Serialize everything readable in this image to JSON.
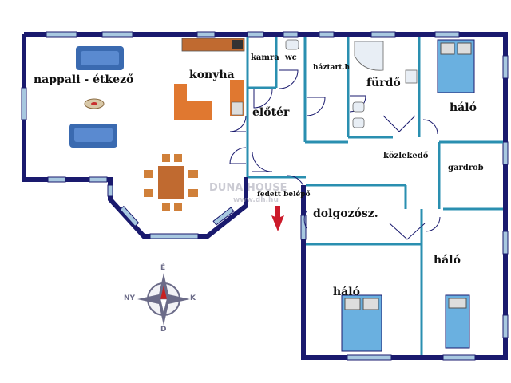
{
  "rooms": {
    "living": "nappali - étkező",
    "kitchen": "konyha",
    "pantry": "kamra",
    "wc": "wc",
    "storage": "háztart.h",
    "bathroom": "fürdő",
    "bedroom_ne": "háló",
    "hall": "előtér",
    "corridor": "közlekedő",
    "wardrobe": "gardrob",
    "covered_entrance": "fedett belépő",
    "study": "dolgozósz.",
    "bedroom_e": "háló",
    "bedroom_s": "háló"
  },
  "compass": {
    "north": "É",
    "east": "K",
    "south": "D",
    "west": "NY"
  },
  "watermark": {
    "brand": "DUNA HOUSE",
    "url": "www.dh.hu"
  },
  "colors": {
    "wall": "#1a1a6e",
    "inner_wall": "#2a8fb0",
    "window": "#a8c8e0",
    "kitchen_counter": "#e07830",
    "bed": "#6ab0e0",
    "sofa": "#3a6ab0",
    "entry_arrow": "#cc1a2a"
  }
}
